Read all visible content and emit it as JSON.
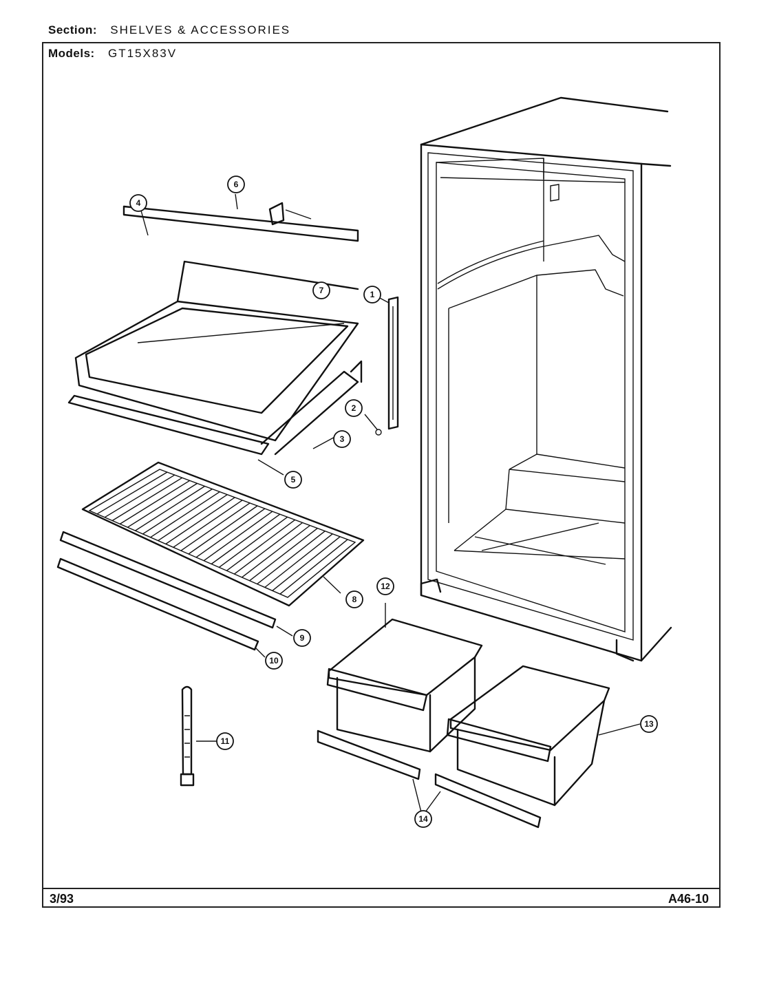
{
  "header": {
    "section_label": "Section:",
    "section_value": "SHELVES & ACCESSORIES",
    "models_label": "Models:",
    "models_value": "GT15X83V"
  },
  "footer": {
    "date": "3/93",
    "page_code": "A46-10"
  },
  "callouts": [
    "1",
    "2",
    "3",
    "4",
    "5",
    "6",
    "7",
    "8",
    "9",
    "10",
    "11",
    "12",
    "13",
    "14"
  ]
}
